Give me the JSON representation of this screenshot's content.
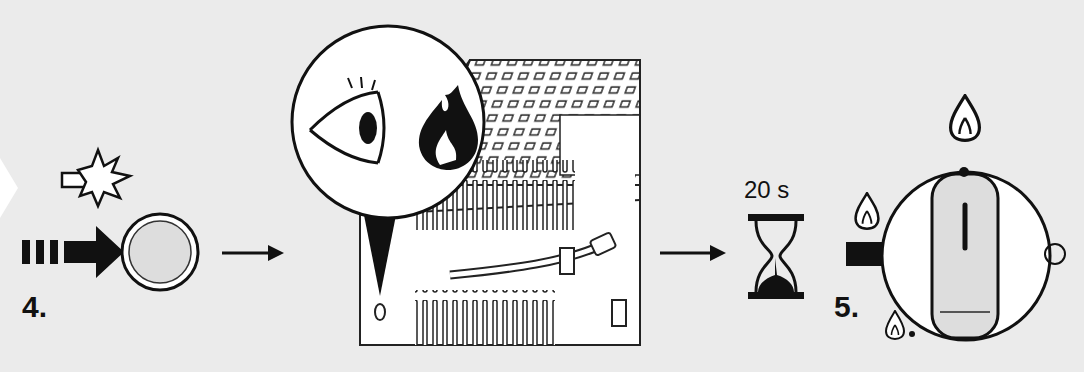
{
  "diagram": {
    "labels": [
      "4.",
      "20 s",
      "5."
    ]
  }
}
